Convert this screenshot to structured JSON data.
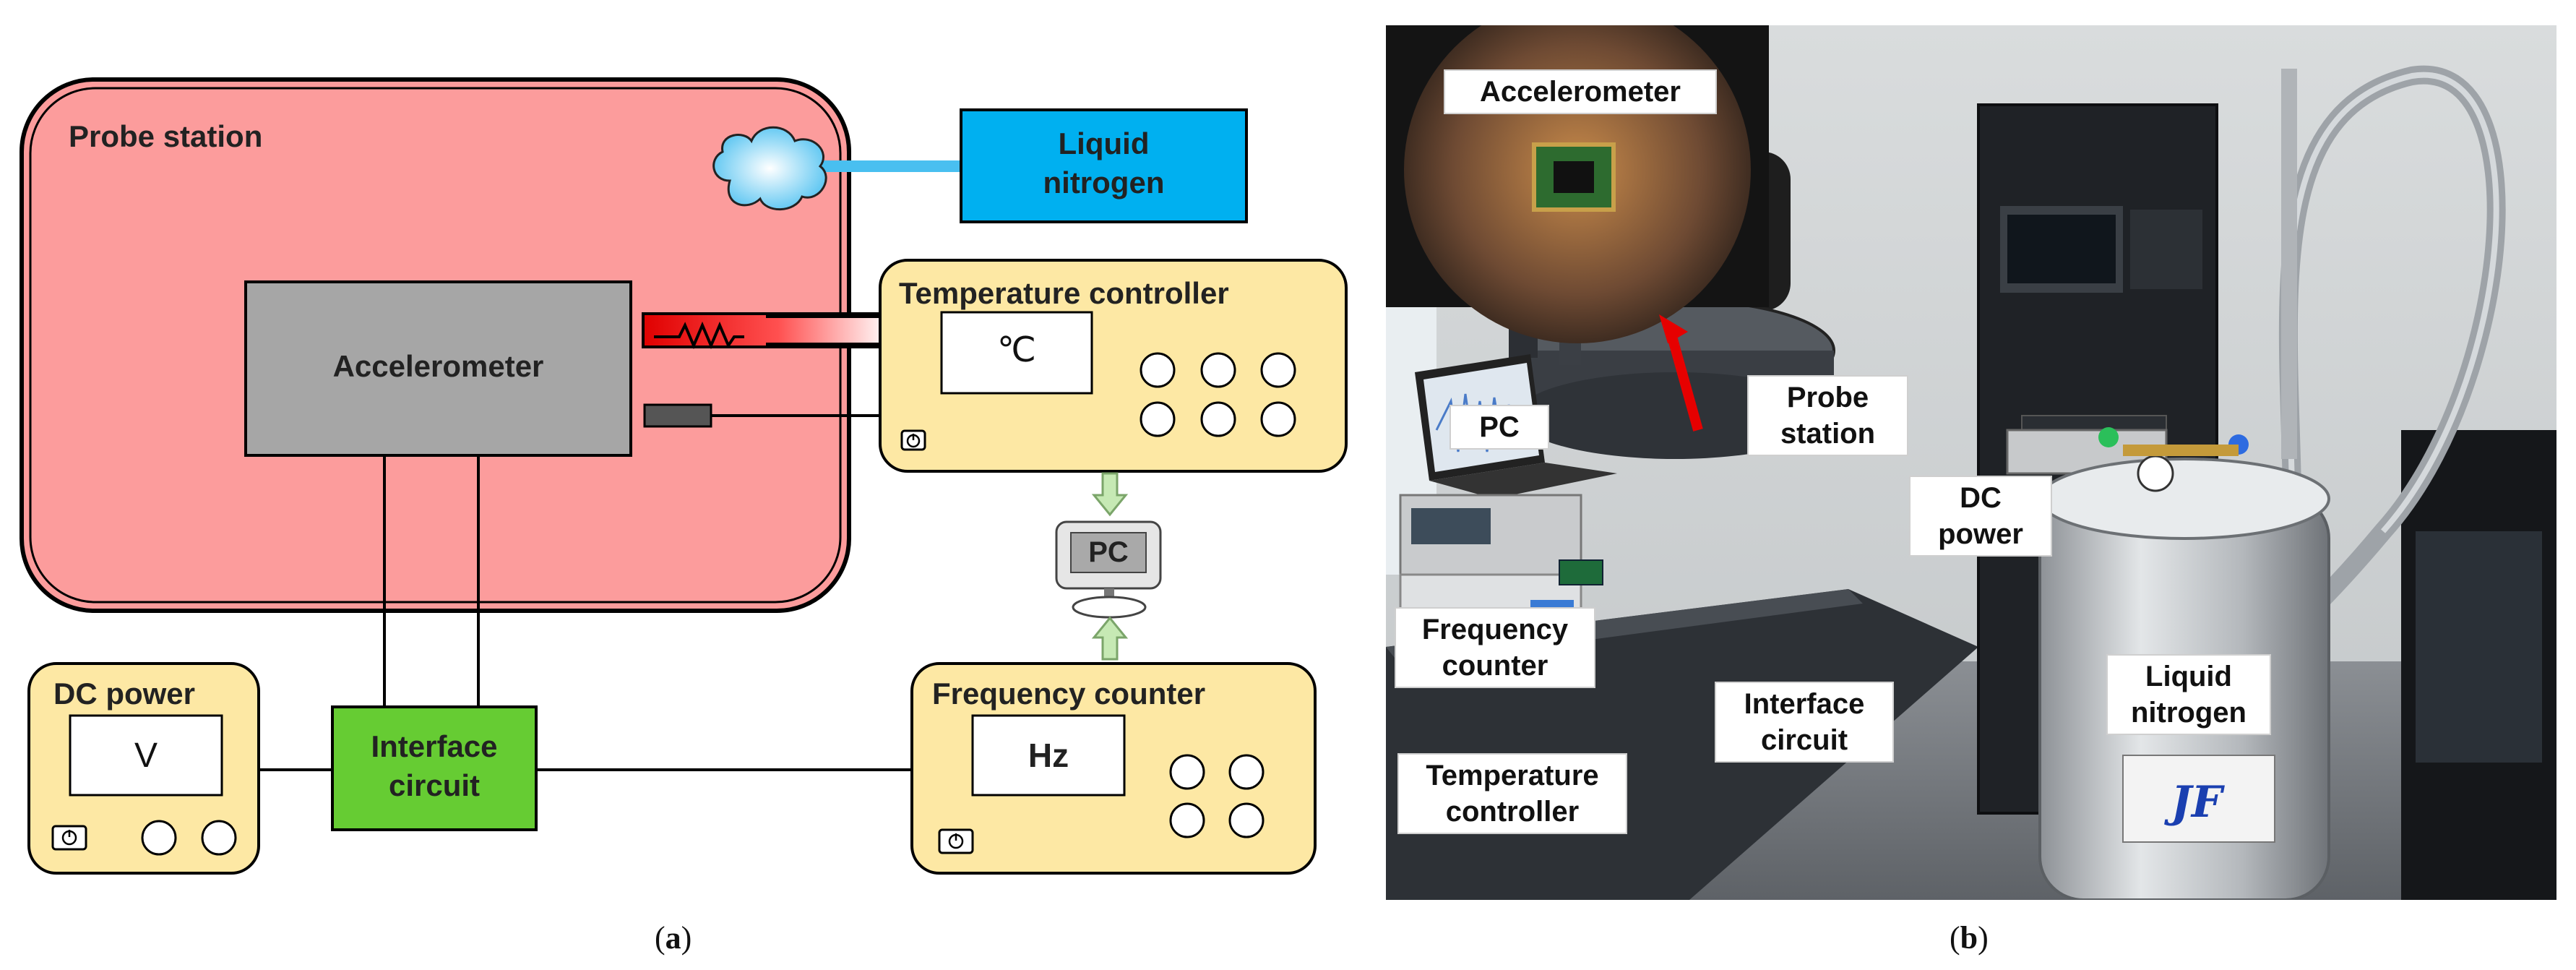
{
  "panel_a": {
    "caption_letter": "a",
    "probe_station": "Probe station",
    "liquid_nitrogen": "Liquid\nnitrogen",
    "accelerometer": "Accelerometer",
    "temperature_controller": "Temperature controller",
    "temp_display": "℃",
    "pc": "PC",
    "dc_power": "DC power",
    "dc_display": "V",
    "interface_circuit": "Interface\ncircuit",
    "frequency_counter": "Frequency counter",
    "freq_display": "Hz"
  },
  "panel_b": {
    "caption_letter": "b",
    "labels": {
      "accelerometer": "Accelerometer",
      "pc": "PC",
      "probe_station": "Probe\nstation",
      "dc_power": "DC\npower",
      "frequency_counter": "Frequency\ncounter",
      "interface_circuit": "Interface\ncircuit",
      "liquid_nitrogen": "Liquid\nnitrogen",
      "temperature_controller": "Temperature\ncontroller",
      "dewar_brand": "JF"
    }
  },
  "colors": {
    "probe_fill": "#fc9c9c",
    "yellow_box": "#fde8a4",
    "nitrogen_blue": "#00b0f0",
    "interface_green": "#66cc33",
    "accel_gray": "#a6a6a6"
  }
}
